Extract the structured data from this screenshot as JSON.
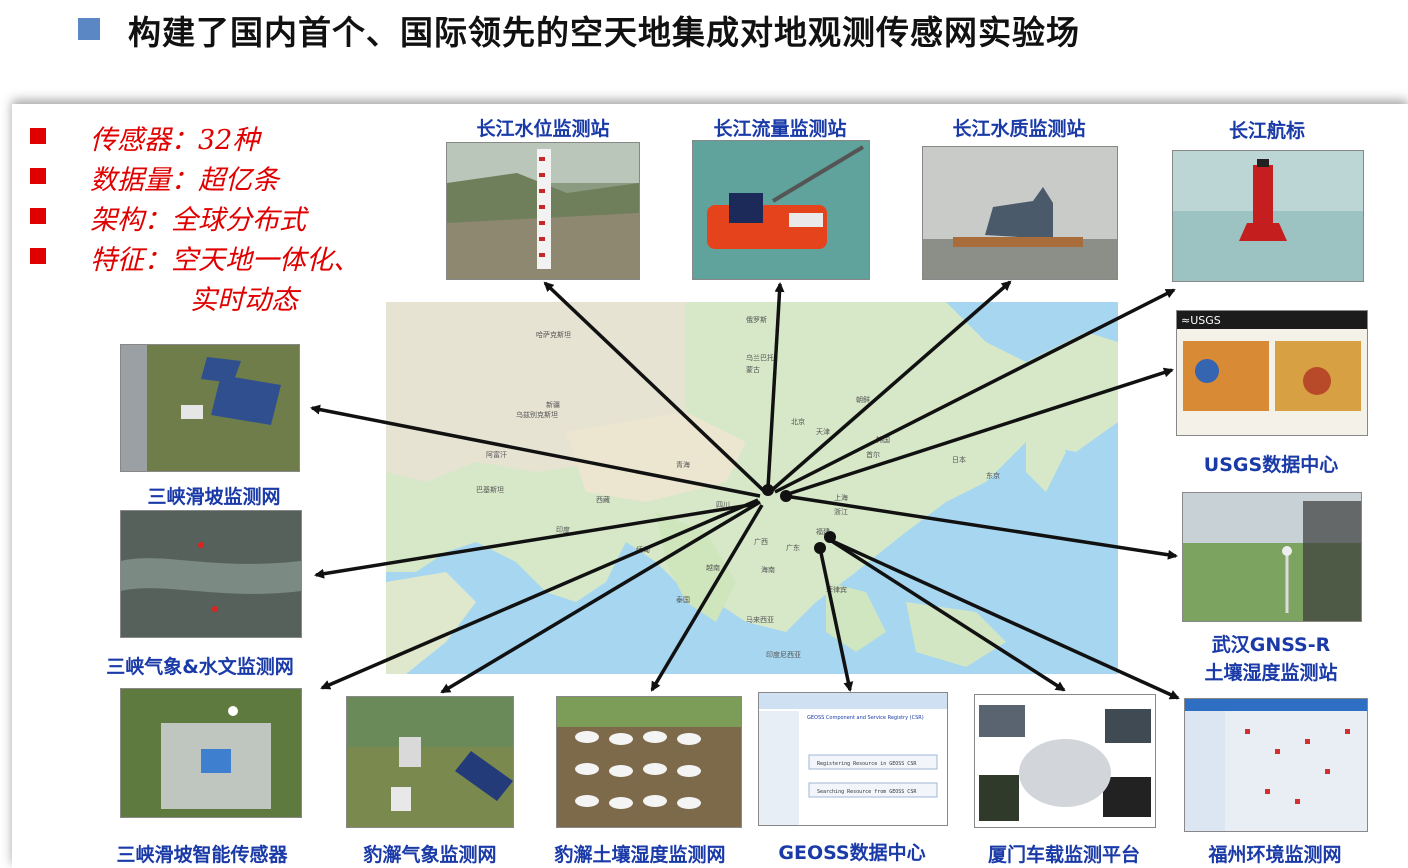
{
  "title": "构建了国内首个、国际领先的空天地集成对地观测传感网实验场",
  "features": [
    "传感器：32种",
    "数据量：超亿条",
    "架构：全球分布式",
    "特征：空天地一体化、",
    "实时动态"
  ],
  "stations": {
    "water_level": "长江水位监测站",
    "flow": "长江流量监测站",
    "quality": "长江水质监测站",
    "buoy": "长江航标",
    "usgs": "USGS数据中心",
    "gnss": "武汉GNSS-R",
    "gnss2": "土壤湿度监测站",
    "fuzhou": "福州环境监测网",
    "xiamen": "厦门车载监测平台",
    "geoss": "GEOSS数据中心",
    "soil": "豹澥土壤湿度监测网",
    "weather": "豹澥气象监测网",
    "sensor": "三峡滑坡智能传感器",
    "hydro": "三峡气象&水文监测网",
    "landslide": "三峡滑坡监测网"
  },
  "map_labels": [
    "哈萨克斯坦",
    "乌兹别克斯坦",
    "阿富汗",
    "巴基斯坦",
    "印度",
    "新疆",
    "西藏",
    "青海",
    "四川",
    "北京",
    "天津",
    "上海",
    "浙江",
    "福建",
    "广东",
    "广西",
    "海南",
    "越南",
    "泰国",
    "缅甸",
    "菲律宾",
    "马来西亚",
    "印度尼西亚",
    "蒙古",
    "俄罗斯",
    "日本",
    "朝鲜",
    "韩国",
    "乌兰巴托",
    "首尔",
    "东京"
  ],
  "usgs_logo": "≈USGS",
  "geoss_head": "GEOSS Component and Service Registry (CSR)",
  "geoss_btn1": "Registering Resource in GEOSS CSR",
  "geoss_btn2": "Searching Resource from GEOSS CSR",
  "buoy_number": ""
}
